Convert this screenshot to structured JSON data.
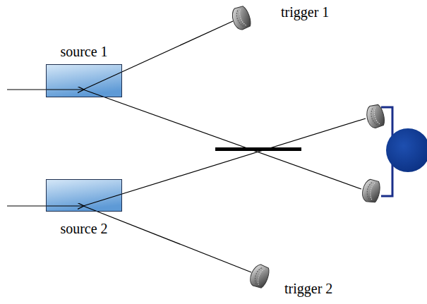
{
  "diagram": {
    "nodes": [
      {
        "text": [
          "source 1"
        ]
      },
      {
        "text": [
          "source 2"
        ]
      }
    ],
    "labels": [
      "trigger 1",
      "trigger 2"
    ]
  }
}
